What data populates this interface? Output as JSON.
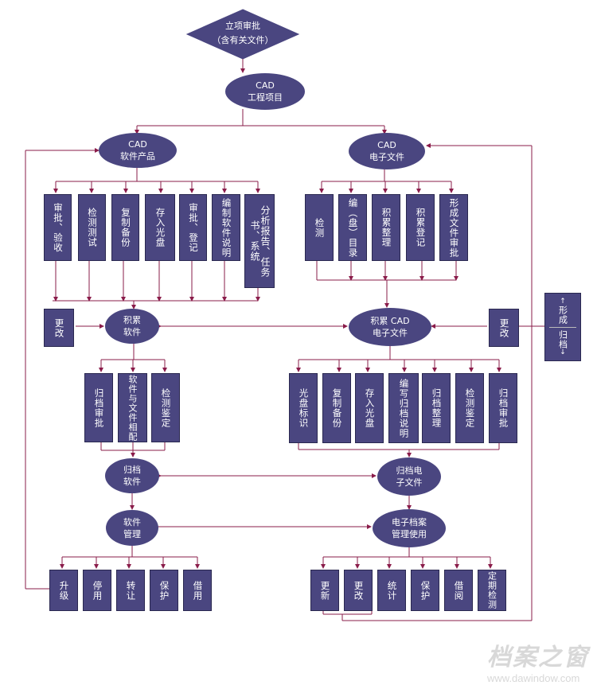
{
  "start": {
    "line1": "立项审批",
    "line2": "（含有关文件）"
  },
  "cad_project": {
    "line1": "CAD",
    "line2": "工程项目"
  },
  "left": {
    "header": {
      "line1": "CAD",
      "line2": "软件产品"
    },
    "tasks": [
      "审批、验收",
      "检测测试",
      "复制备份",
      "存入光盘",
      "审批、登记",
      "编制软件说明",
      "分析报告、任务书、系统"
    ],
    "accum": {
      "line1": "积累",
      "line2": "软件"
    },
    "change": "更改",
    "archive_tasks": [
      "归档审批",
      "软件与文件相配",
      "检测鉴定"
    ],
    "archived": {
      "line1": "归档",
      "line2": "软件"
    },
    "mgmt": {
      "line1": "软件",
      "line2": "管理"
    },
    "actions": [
      "升级",
      "停用",
      "转让",
      "保护",
      "借用"
    ]
  },
  "right": {
    "header": {
      "line1": "CAD",
      "line2": "电子文件"
    },
    "tasks": [
      "检测",
      "编（盘）目录",
      "积累整理",
      "积累登记",
      "形成文件审批"
    ],
    "accum": {
      "line1": "积累 CAD",
      "line2": "电子文件"
    },
    "change": "更改",
    "archive_tasks": [
      "光盘标识",
      "复制备份",
      "存入光盘",
      "编写归档说明",
      "归档整理",
      "检测鉴定",
      "归档审批"
    ],
    "archived": {
      "line1": "归档电",
      "line2": "子文件"
    },
    "mgmt": {
      "line1": "电子档案",
      "line2": "管理使用"
    },
    "actions": [
      "更新",
      "更改",
      "统计",
      "保护",
      "借阅",
      "定期检测"
    ]
  },
  "legend": {
    "top": "形成",
    "bottom": "归档"
  },
  "watermark": {
    "brand": "档案之窗",
    "url": "www.dawindow.com"
  },
  "colors": {
    "box": "#4a4680",
    "line": "#8a1c4a"
  }
}
